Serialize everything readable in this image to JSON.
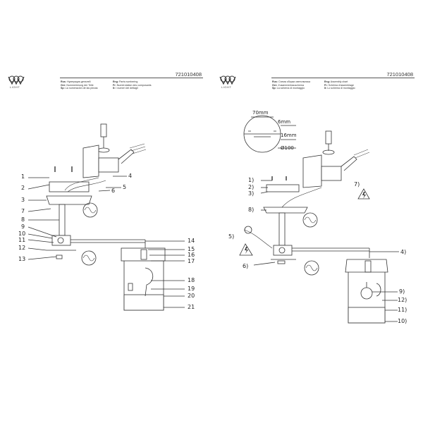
{
  "brand": {
    "logo_text": "LIGHT"
  },
  "left_sheet": {
    "code": "721010408",
    "headers": [
      [
        "Rus:",
        "Нумерация деталей"
      ],
      [
        "Ger:",
        "Nummerierung der Teile"
      ],
      [
        "Sp:",
        "La numeración de las piezas"
      ],
      [
        "Eng:",
        "Parts numbering"
      ],
      [
        "Fr:",
        "Numérotation des composants"
      ],
      [
        "It:",
        "I numeri dei dettagli"
      ]
    ],
    "labels_left": [
      "1",
      "2",
      "3",
      "7",
      "8",
      "9",
      "10",
      "11",
      "12",
      "13"
    ],
    "labels_right": [
      "4",
      "5",
      "6",
      "14",
      "15",
      "16",
      "17",
      "18",
      "19",
      "20",
      "21"
    ]
  },
  "right_sheet": {
    "code": "721010408",
    "headers": [
      [
        "Rus:",
        "Схема сборки светильника"
      ],
      [
        "Ger:",
        "Zusammenbauschema"
      ],
      [
        "Sp:",
        "La schema di montaggio"
      ],
      [
        "Eng:",
        "Assembly chart"
      ],
      [
        "Fr:",
        "Schéma d'assemblage"
      ],
      [
        "It:",
        "Lo schema di montaggio"
      ]
    ],
    "dimensions": [
      "70mm",
      "6mm",
      "16mm",
      "Ø100"
    ],
    "labels_left": [
      "1)",
      "2)",
      "3)",
      "8)",
      "5)",
      "6)"
    ],
    "labels_right": [
      "7)",
      "4)",
      "9)",
      "12)",
      "11)",
      "10)"
    ]
  }
}
